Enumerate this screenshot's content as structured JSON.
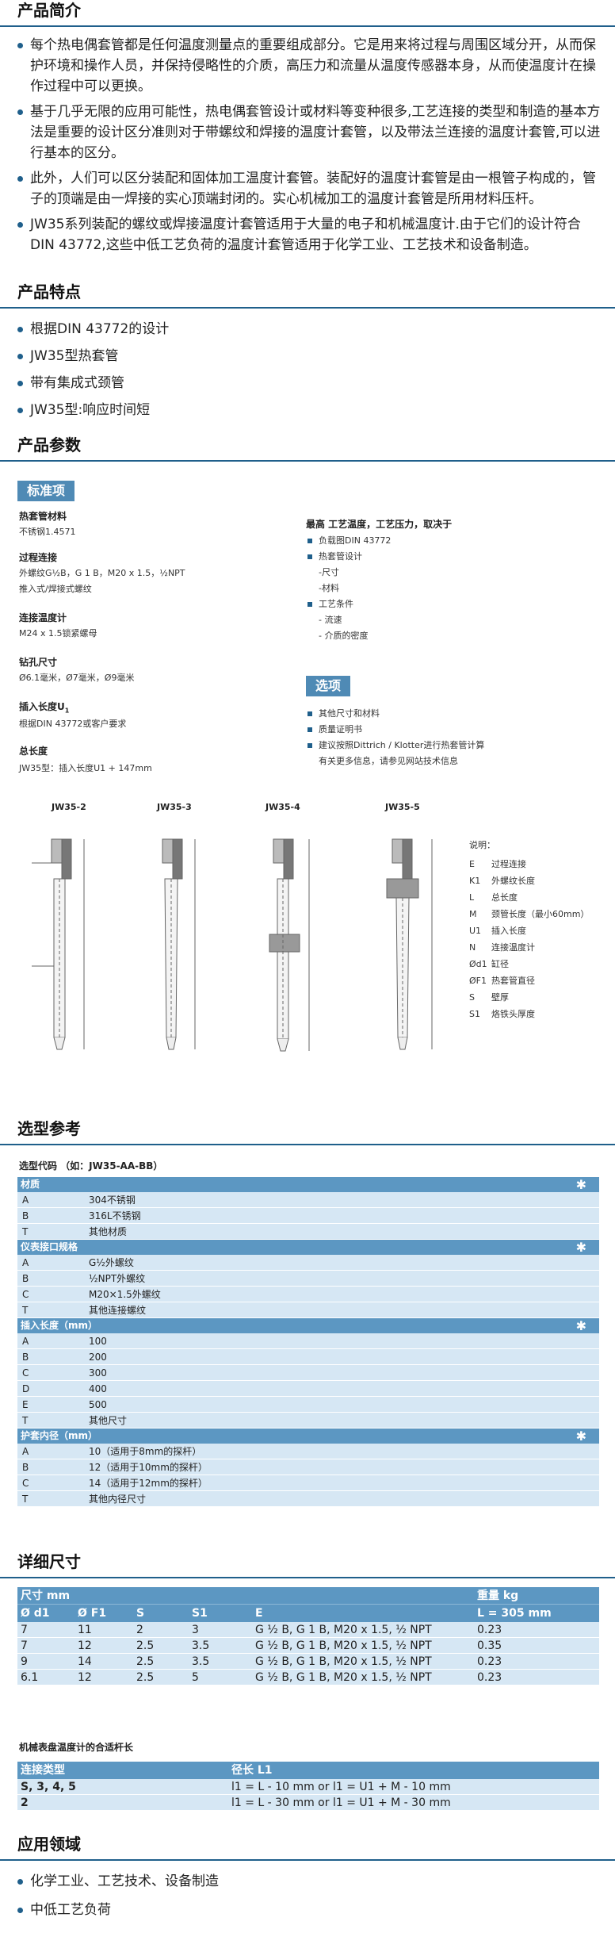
{
  "intro": {
    "heading": "产品简介",
    "items": [
      "每个热电偶套管都是任何温度测量点的重要组成部分。它是用来将过程与周围区域分开，从而保护环境和操作人员，并保持侵略性的介质，高压力和流量从温度传感器本身，从而使温度计在操作过程中可以更换。",
      "基于几乎无限的应用可能性，热电偶套管设计或材料等变种很多,工艺连接的类型和制造的基本方法是重要的设计区分准则对于带螺纹和焊接的温度计套管，以及带法兰连接的温度计套管,可以进行基本的区分。",
      "此外，人们可以区分装配和固体加工温度计套管。装配好的温度计套管是由一根管子构成的，管子的顶端是由一焊接的实心顶端封闭的。实心机械加工的温度计套管是所用材料压杆。",
      "JW35系列装配的螺纹或焊接温度计套管适用于大量的电子和机械温度计.由于它们的设计符合DIN 43772,这些中低工艺负荷的温度计套管适用于化学工业、工艺技术和设备制造。"
    ]
  },
  "features": {
    "heading": "产品特点",
    "items": [
      "根据DIN 43772的设计",
      "JW35型热套管",
      "带有集成式颈管",
      "JW35型:响应时间短"
    ]
  },
  "params": {
    "heading": "产品参数",
    "std_tag": "标准项",
    "left": [
      {
        "label": "热套管材料",
        "value": "不锈钢1.4571"
      },
      {
        "label": "过程连接",
        "value": "外螺纹G½B，G 1 B，M20 x 1.5，½NPT"
      },
      {
        "label": "",
        "value": "推入式/焊接式螺纹"
      },
      {
        "label": "连接温度计",
        "value": "M24 x 1.5锁紧螺母"
      },
      {
        "label": "钻孔尺寸",
        "value": "Ø6.1毫米，Ø7毫米，Ø9毫米"
      },
      {
        "label": "插入长度U",
        "value": "根据DIN 43772或客户要求"
      },
      {
        "label": "总长度",
        "value": "JW35型：插入长度U1 + 147mm"
      }
    ],
    "right_title": "最高 工艺温度，工艺压力，取决于",
    "right_items": [
      {
        "text": "负载图DIN 43772",
        "bullet": true
      },
      {
        "text": "热套管设计",
        "bullet": true
      },
      {
        "text": "-尺寸",
        "bullet": false
      },
      {
        "text": "-材料",
        "bullet": false
      },
      {
        "text": "工艺条件",
        "bullet": true
      },
      {
        "text": "- 流速",
        "bullet": false
      },
      {
        "text": "- 介质的密度",
        "bullet": false
      }
    ],
    "opt_tag": "选项",
    "opt_items": [
      {
        "text": "其他尺寸和材料",
        "bullet": true
      },
      {
        "text": "质量证明书",
        "bullet": true
      },
      {
        "text": "建议按照Dittrich / Klotter进行热套管计算",
        "bullet": true
      },
      {
        "text": "有关更多信息，请参见网站技术信息",
        "bullet": false
      }
    ]
  },
  "drawings": {
    "titles": [
      "JW35-2",
      "JW35-3",
      "JW35-4",
      "JW35-5"
    ],
    "legend_title": "说明：",
    "legend": [
      {
        "k": "E",
        "v": "过程连接"
      },
      {
        "k": "K1",
        "v": "外螺纹长度"
      },
      {
        "k": "L",
        "v": "总长度"
      },
      {
        "k": "M",
        "v": "颈管长度（最小60mm）"
      },
      {
        "k": "U1",
        "v": "插入长度"
      },
      {
        "k": "N",
        "v": "连接温度计"
      },
      {
        "k": "Ød1",
        "v": "缸径"
      },
      {
        "k": "ØF1",
        "v": "热套管直径"
      },
      {
        "k": "S",
        "v": "壁厚"
      },
      {
        "k": "S1",
        "v": "烙铁头厚度"
      }
    ]
  },
  "selection": {
    "heading": "选型参考",
    "code_label": "选型代码  （如：JW35-AA-BB）",
    "groups": [
      {
        "title": "材质",
        "rows": [
          [
            "A",
            "304不锈钢"
          ],
          [
            "B",
            "316L不锈钢"
          ],
          [
            "T",
            "其他材质"
          ]
        ]
      },
      {
        "title": "仪表接口规格",
        "rows": [
          [
            "A",
            "G½外螺纹"
          ],
          [
            "B",
            "½NPT外螺纹"
          ],
          [
            "C",
            "M20×1.5外螺纹"
          ],
          [
            "T",
            "其他连接螺纹"
          ]
        ]
      },
      {
        "title": "插入长度（mm）",
        "rows": [
          [
            "A",
            "100"
          ],
          [
            "B",
            "200"
          ],
          [
            "C",
            "300"
          ],
          [
            "D",
            "400"
          ],
          [
            "E",
            "500"
          ],
          [
            "T",
            "其他尺寸"
          ]
        ]
      },
      {
        "title": "护套内径（mm）",
        "rows": [
          [
            "A",
            "10（适用于8mm的探杆）"
          ],
          [
            "B",
            "12（适用于10mm的探杆）"
          ],
          [
            "C",
            "14（适用于12mm的探杆）"
          ],
          [
            "T",
            "其他内径尺寸"
          ]
        ]
      }
    ],
    "star": "✱"
  },
  "dimensions": {
    "heading": "详细尺寸",
    "h1_left": "尺寸 mm",
    "h1_right": "重量 kg",
    "cols": [
      "Ø d1",
      "Ø F1",
      "S",
      "S1",
      "E",
      "L = 305 mm"
    ],
    "rows": [
      [
        "7",
        "11",
        "2",
        "3",
        "G ½ B, G 1 B, M20 x 1.5, ½ NPT",
        "0.23"
      ],
      [
        "7",
        "12",
        "2.5",
        "3.5",
        "G ½ B, G 1 B, M20 x 1.5, ½ NPT",
        "0.35"
      ],
      [
        "9",
        "14",
        "2.5",
        "3.5",
        "G ½ B, G 1 B, M20 x 1.5, ½ NPT",
        "0.23"
      ],
      [
        "6.1",
        "12",
        "2.5",
        "5",
        "G ½ B, G 1 B, M20 x 1.5, ½ NPT",
        "0.23"
      ]
    ]
  },
  "mounting": {
    "title": "机械表盘温度计的合适杆长",
    "h_left": "连接类型",
    "h_right": "径长 L1",
    "rows": [
      [
        "S, 3, 4, 5",
        "l1 = L - 10 mm  or  l1 = U1 + M - 10 mm"
      ],
      [
        "2",
        "l1 = L - 30 mm  or  l1 = U1 + M - 30 mm"
      ]
    ]
  },
  "application": {
    "heading": "应用领域",
    "items": [
      "化学工业、工艺技术、设备制造",
      "中低工艺负荷"
    ]
  }
}
